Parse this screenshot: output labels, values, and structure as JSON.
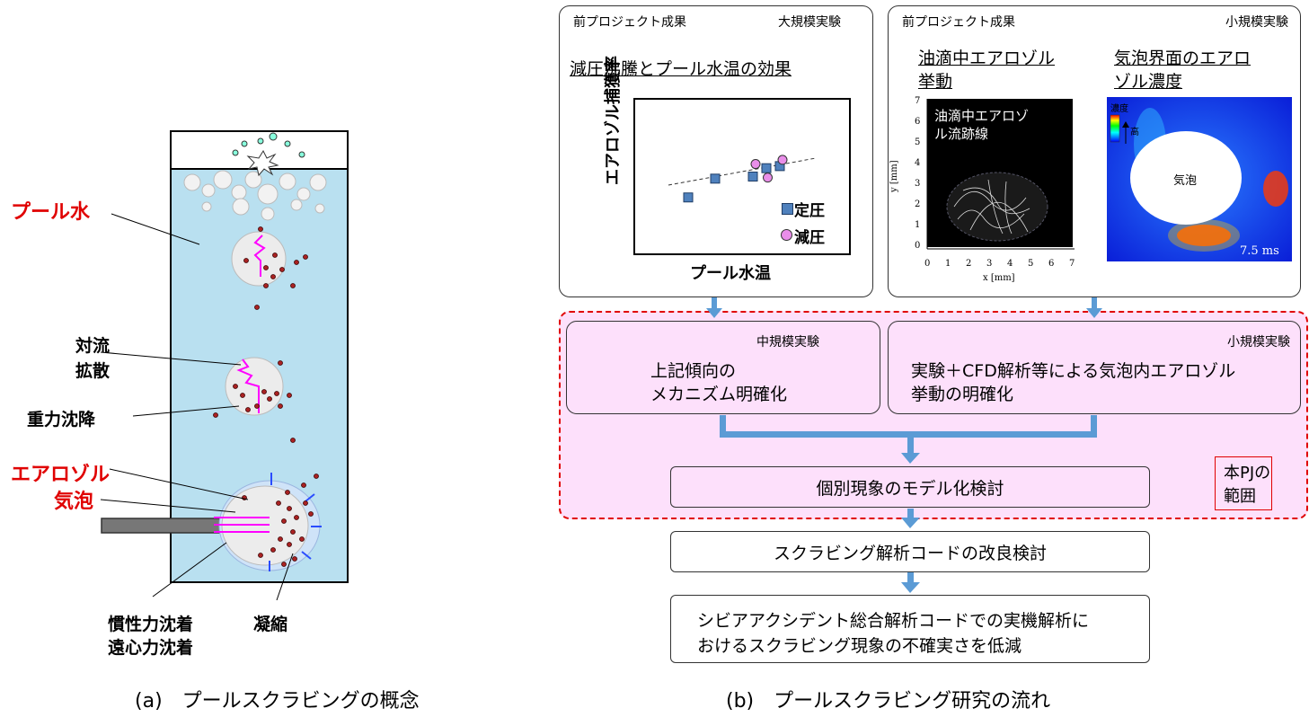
{
  "left": {
    "labels": {
      "pool_water": "プール水",
      "convection": "対流",
      "diffusion": "拡散",
      "gravity": "重力沈降",
      "aerosol": "エアロゾル",
      "bubble": "気泡",
      "inertial": "慣性力沈着",
      "centrifugal": "遠心力沈着",
      "condensation": "凝縮"
    },
    "caption": "(a)　プールスクラビングの概念"
  },
  "right": {
    "caption": "(b)　プールスクラビング研究の流れ",
    "large": {
      "tag_left": "前プロジェクト成果",
      "tag_right": "大規模実験",
      "title": "減圧沸騰とプール水温の効果",
      "ylabel": "エアロゾル捕獲率",
      "xlabel": "プール水温",
      "legend_a": "定圧",
      "legend_b": "減圧"
    },
    "small": {
      "tag_left": "前プロジェクト成果",
      "tag_right": "小規模実験",
      "title1a": "油滴中エアロゾル",
      "title1b": "挙動",
      "title2a": "気泡界面のエアロ",
      "title2b": "ゾル濃度",
      "img1_line1": "油滴中エアロゾ",
      "img1_line2": "ル流跡線",
      "y_axis": "y [mm]",
      "x_axis": "x [mm]",
      "ticks": [
        "0",
        "1",
        "2",
        "3",
        "4",
        "5",
        "6",
        "7"
      ],
      "conc": "濃度",
      "high": "高",
      "bubble": "気泡",
      "time": "7.5 ms"
    },
    "mid": {
      "tag": "中規模実験",
      "line1": "上記傾向の",
      "line2": "メカニズム明確化"
    },
    "small2": {
      "tag": "小規模実験",
      "line1": "実験＋CFD解析等による気泡内エアロゾル",
      "line2": "挙動の明確化"
    },
    "model": "個別現象のモデル化検討",
    "scope1": "本PJの",
    "scope2": "範囲",
    "improve": "スクラビング解析コードの改良検討",
    "final1": "シビアアクシデント総合解析コードでの実機解析に",
    "final2": "おけるスクラビング現象の不確実さを低減"
  },
  "chart_data": {
    "type": "scatter",
    "title": "減圧沸騰とプール水温の効果",
    "xlabel": "プール水温",
    "ylabel": "エアロゾル捕獲率",
    "series": [
      {
        "name": "定圧",
        "marker": "square",
        "color": "#4f81bd",
        "points": [
          [
            1,
            1.0
          ],
          [
            2,
            1.9
          ],
          [
            3.4,
            2.0
          ],
          [
            3.9,
            2.4
          ],
          [
            4.4,
            2.5
          ]
        ]
      },
      {
        "name": "減圧",
        "marker": "circle",
        "color": "#e98ee9",
        "points": [
          [
            3.5,
            2.6
          ],
          [
            3.95,
            1.95
          ],
          [
            4.5,
            2.8
          ]
        ]
      }
    ]
  }
}
